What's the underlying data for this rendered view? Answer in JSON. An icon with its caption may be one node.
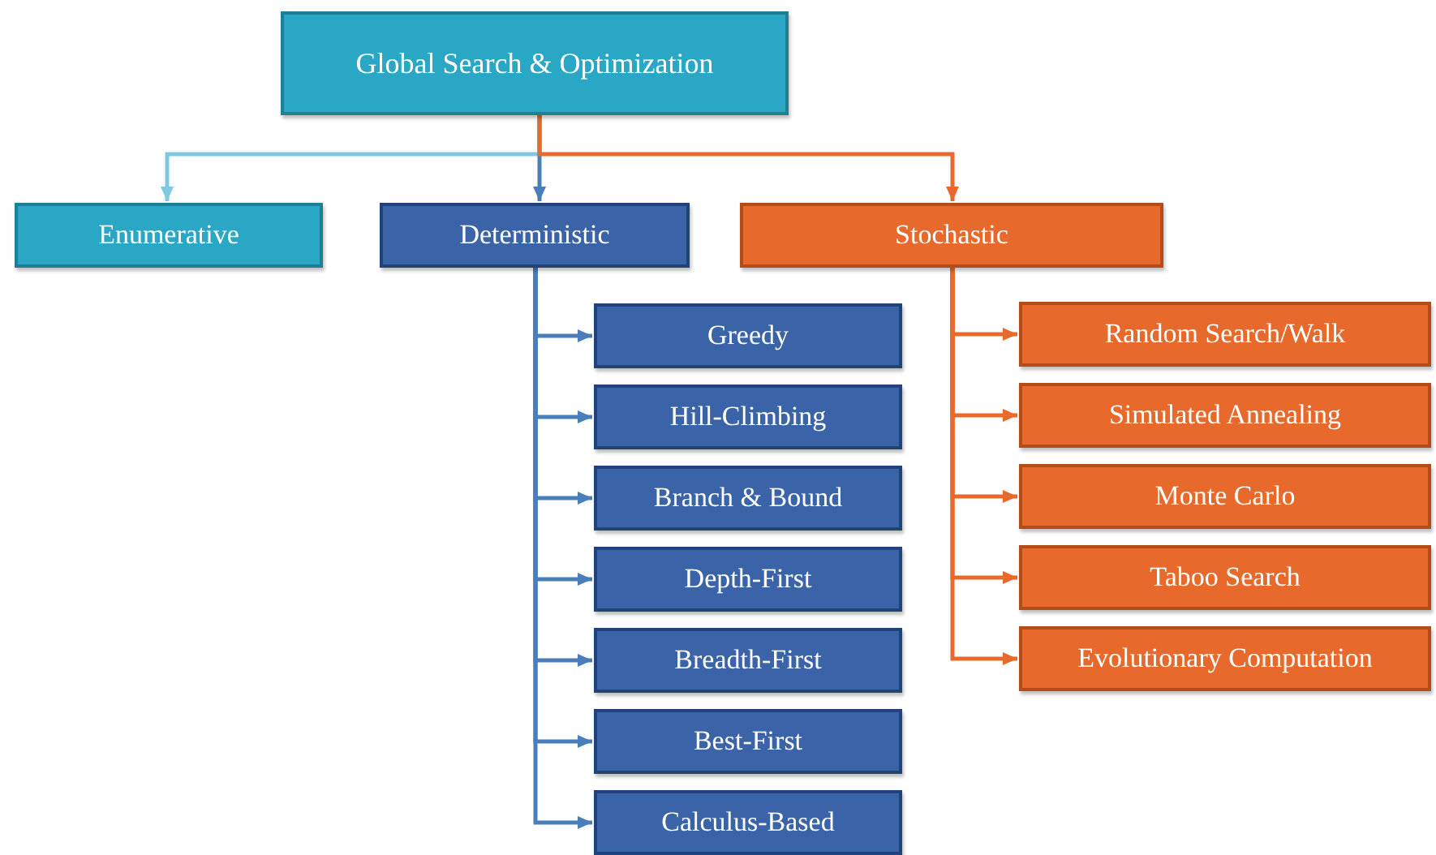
{
  "diagram": {
    "nodes": [
      {
        "text": [
          "Global Search & Optimization"
        ]
      },
      {
        "text": [
          "Enumerative"
        ]
      },
      {
        "text": [
          "Deterministic"
        ]
      },
      {
        "text": [
          "Stochastic"
        ]
      },
      {
        "text": [
          "Greedy"
        ]
      },
      {
        "text": [
          "Hill-Climbing"
        ]
      },
      {
        "text": [
          "Branch & Bound"
        ]
      },
      {
        "text": [
          "Depth-First"
        ]
      },
      {
        "text": [
          "Breadth-First"
        ]
      },
      {
        "text": [
          "Best-First"
        ]
      },
      {
        "text": [
          "Calculus-Based"
        ]
      },
      {
        "text": [
          "Random Search/Walk"
        ]
      },
      {
        "text": [
          "Simulated Annealing"
        ]
      },
      {
        "text": [
          "Monte Carlo"
        ]
      },
      {
        "text": [
          "Taboo Search"
        ]
      },
      {
        "text": [
          "Evolutionary Computation"
        ]
      }
    ],
    "edges": [
      {
        "from": 0,
        "to": 1,
        "arrow": "to",
        "color": "#7ec8e3"
      },
      {
        "from": 0,
        "to": 2,
        "arrow": "to"
      },
      {
        "from": 0,
        "to": 3,
        "arrow": "to",
        "color": "#e8692c"
      },
      {
        "from": 2,
        "to": 4,
        "arrow": "to"
      },
      {
        "from": 2,
        "to": 5,
        "arrow": "to"
      },
      {
        "from": 2,
        "to": 6,
        "arrow": "to"
      },
      {
        "from": 2,
        "to": 7,
        "arrow": "to"
      },
      {
        "from": 2,
        "to": 8,
        "arrow": "to"
      },
      {
        "from": 2,
        "to": 9,
        "arrow": "to"
      },
      {
        "from": 2,
        "to": 10,
        "arrow": "to"
      },
      {
        "from": 3,
        "to": 11,
        "arrow": "to",
        "color": "#e8692c"
      },
      {
        "from": 3,
        "to": 12,
        "arrow": "to",
        "color": "#e8692c"
      },
      {
        "from": 3,
        "to": 13,
        "arrow": "to",
        "color": "#e8692c"
      },
      {
        "from": 3,
        "to": 14,
        "arrow": "to",
        "color": "#e8692c"
      },
      {
        "from": 3,
        "to": 15,
        "arrow": "to",
        "color": "#e8692c"
      }
    ]
  }
}
